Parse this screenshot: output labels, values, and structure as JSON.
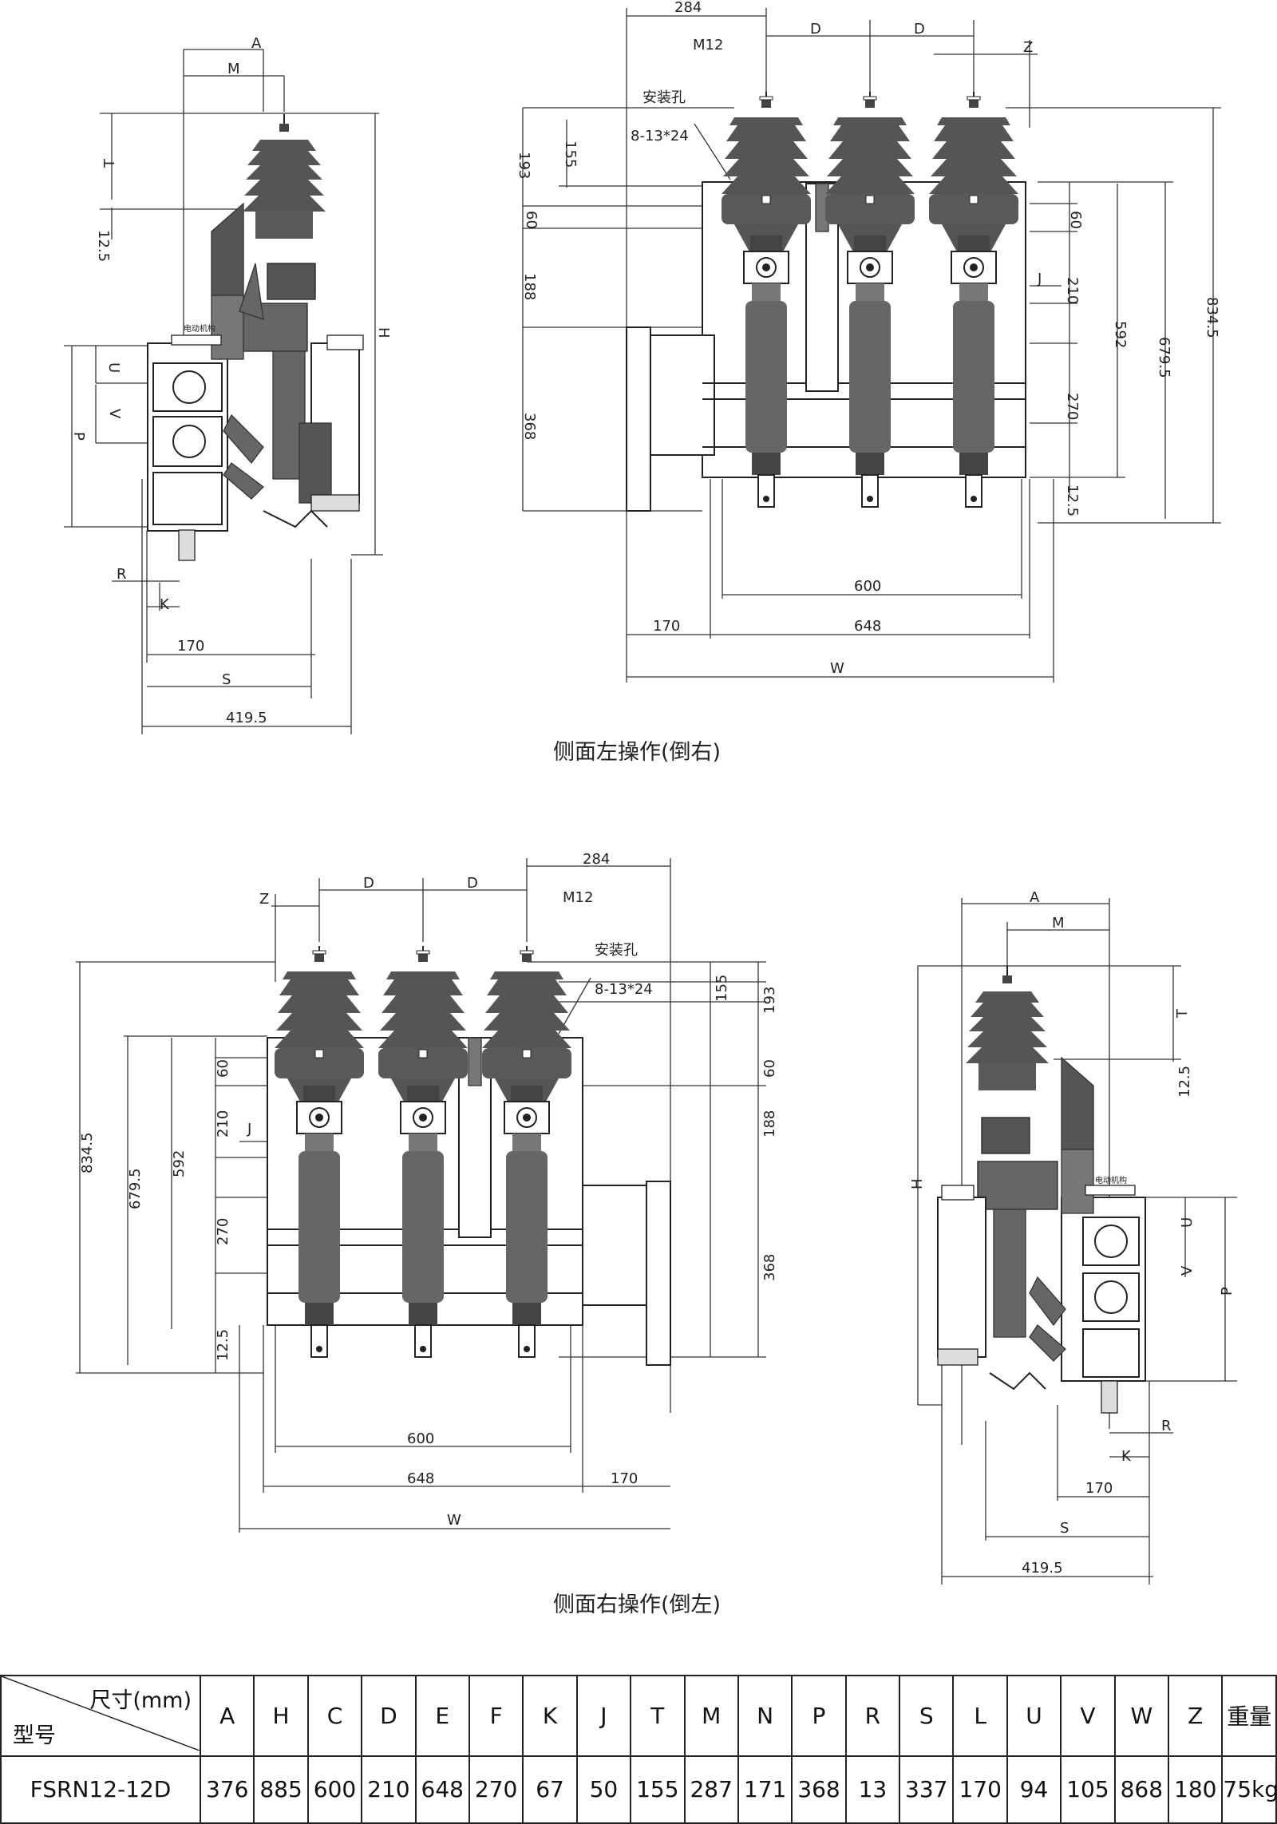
{
  "captions": {
    "upper": "侧面左操作(倒右)",
    "lower": "侧面右操作(倒左)"
  },
  "front_labels": {
    "top_width": "284",
    "d": "D",
    "z": "Z",
    "bolt": "M12",
    "mount_hole": "安装孔",
    "slot": "8-13*24",
    "d193": "193",
    "d155": "155",
    "d60": "60",
    "d188": "188",
    "d368": "368",
    "d210": "210",
    "j": "J",
    "d592": "592",
    "d679": "679.5",
    "d834": "834.5",
    "d270": "270",
    "d12": "12.5",
    "d600": "600",
    "d648": "648",
    "d170": "170",
    "w": "W"
  },
  "side_labels": {
    "a": "A",
    "m": "M",
    "t": "T",
    "d12": "12.5",
    "h": "H",
    "u": "U",
    "v": "V",
    "p": "P",
    "r": "R",
    "k": "K",
    "d170": "170",
    "s": "S",
    "d419": "419.5",
    "mechanism": "电动机构"
  },
  "table": {
    "corner_top": "尺寸(mm)",
    "corner_bottom": "型号",
    "headers": [
      "A",
      "H",
      "C",
      "D",
      "E",
      "F",
      "K",
      "J",
      "T",
      "M",
      "N",
      "P",
      "R",
      "S",
      "L",
      "U",
      "V",
      "W",
      "Z",
      "重量"
    ],
    "rows": [
      {
        "model": "FSRN12-12D",
        "values": [
          "376",
          "885",
          "600",
          "210",
          "648",
          "270",
          "67",
          "50",
          "155",
          "287",
          "171",
          "368",
          "13",
          "337",
          "170",
          "94",
          "105",
          "868",
          "180",
          "75kg"
        ]
      }
    ]
  }
}
